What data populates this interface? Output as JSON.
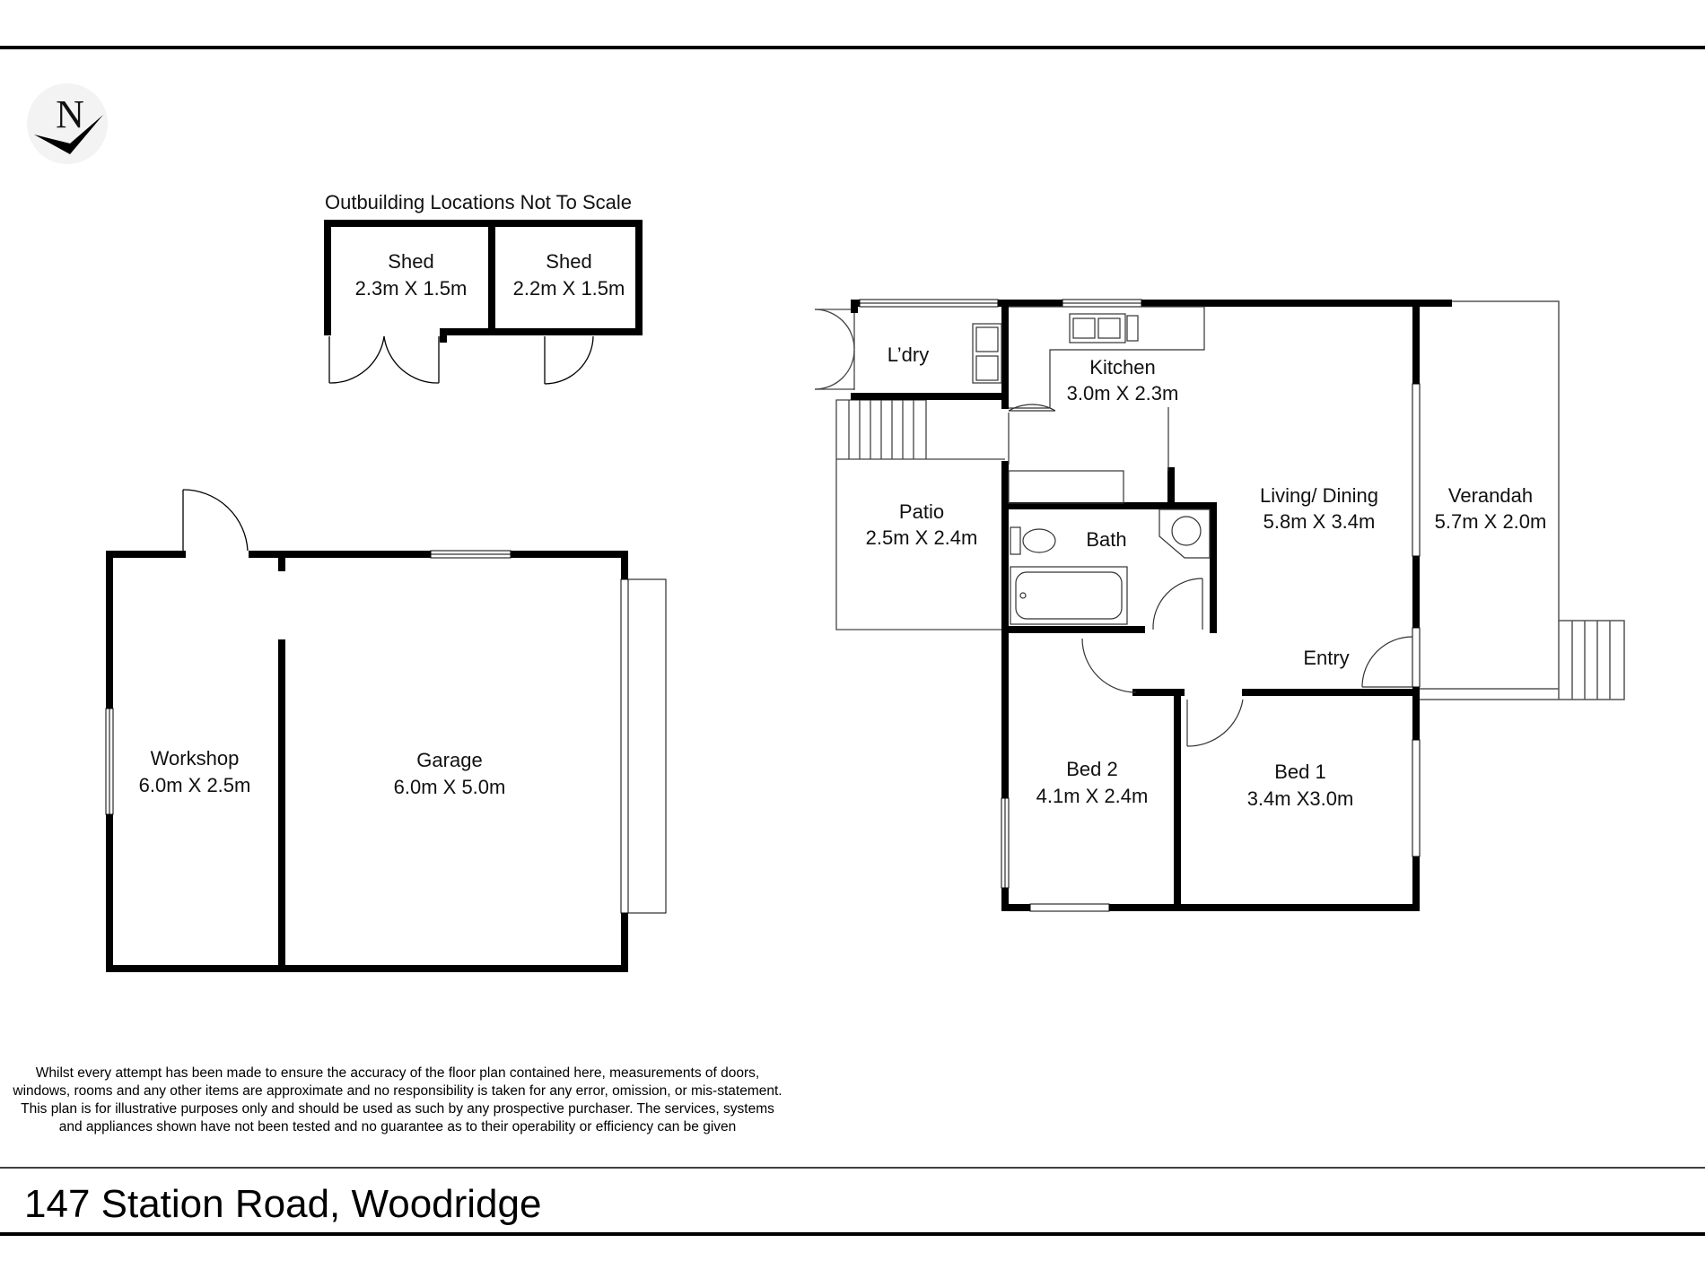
{
  "plan": {
    "note_outbuildings": "Outbuilding Locations Not To Scale",
    "north_label": "N"
  },
  "rooms": {
    "shed_a": {
      "name": "Shed",
      "size": "2.3m X 1.5m"
    },
    "shed_b": {
      "name": "Shed",
      "size": "2.2m X 1.5m"
    },
    "workshop": {
      "name": "Workshop",
      "size": "6.0m X 2.5m"
    },
    "garage": {
      "name": "Garage",
      "size": "6.0m X 5.0m"
    },
    "laundry": {
      "name": "L’dry"
    },
    "kitchen": {
      "name": "Kitchen",
      "size": "3.0m X 2.3m"
    },
    "patio": {
      "name": "Patio",
      "size": "2.5m X 2.4m"
    },
    "bath": {
      "name": "Bath"
    },
    "living": {
      "name": "Living/ Dining",
      "size": "5.8m X 3.4m"
    },
    "verandah": {
      "name": "Verandah",
      "size": "5.7m X 2.0m"
    },
    "entry": {
      "name": "Entry"
    },
    "bed2": {
      "name": "Bed 2",
      "size": "4.1m X 2.4m"
    },
    "bed1": {
      "name": "Bed 1",
      "size": "3.4m X3.0m"
    }
  },
  "footer": {
    "disclaimer": "Whilst every attempt has been made to ensure the accuracy of the floor plan contained here, measurements of doors, windows, rooms and any other items are approximate and no responsibility is taken for any error, omission, or mis-statement. This plan is for illustrative purposes only and should be used as such by any prospective purchaser. The services, systems and appliances shown have not been tested and no guarantee as to their operability or efficiency can be given",
    "address": "147 Station Road, Woodridge"
  }
}
